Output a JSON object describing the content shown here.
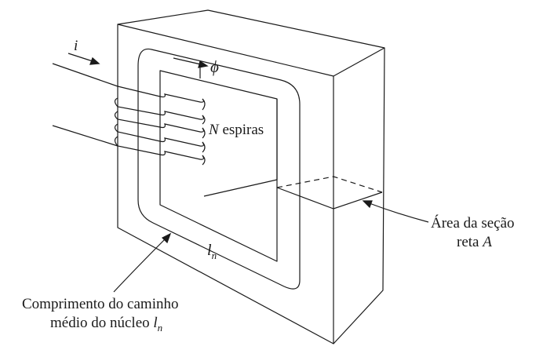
{
  "diagram": {
    "current_label": "i",
    "flux_label": "ϕ",
    "turns": {
      "variable": "N",
      "text": " espiras"
    },
    "path_label": {
      "variable": "l",
      "subscript": "n"
    },
    "area_caption": {
      "line1": "Área da seção",
      "line2_text": "reta ",
      "line2_variable": "A"
    },
    "path_caption": {
      "line1": "Comprimento do caminho",
      "line2_text": "médio do núcleo ",
      "line2_variable": "l",
      "line2_subscript": "n"
    },
    "colors": {
      "ink": "#1a1a1a",
      "background": "#ffffff"
    }
  }
}
